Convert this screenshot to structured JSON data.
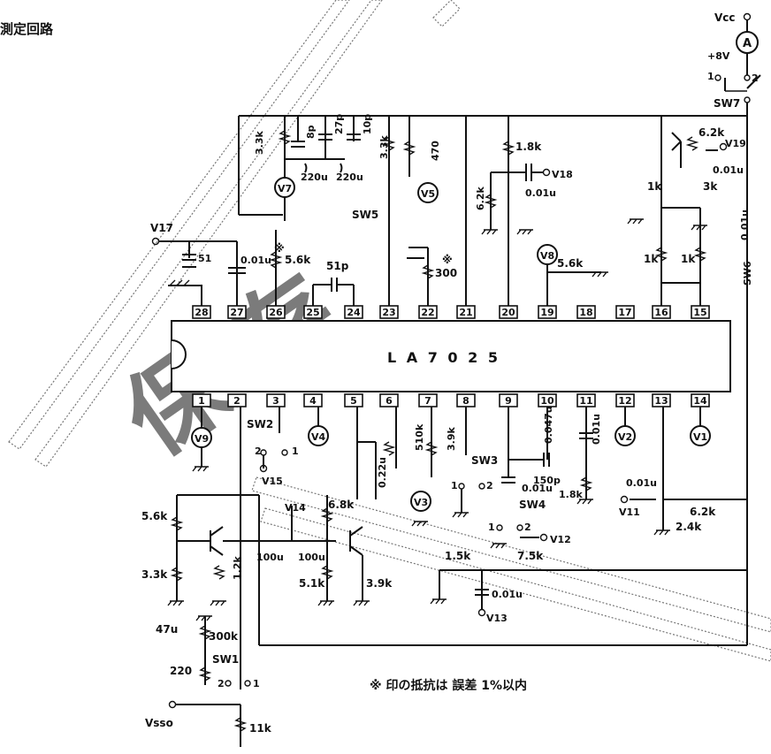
{
  "title": "測定回路",
  "ic": {
    "name": "L A 7 0 2 5",
    "top_pins": [
      "28",
      "27",
      "26",
      "25",
      "24",
      "23",
      "22",
      "21",
      "20",
      "19",
      "18",
      "17",
      "16",
      "15"
    ],
    "bottom_pins": [
      "1",
      "2",
      "3",
      "4",
      "5",
      "6",
      "7",
      "8",
      "9",
      "10",
      "11",
      "12",
      "13",
      "14"
    ]
  },
  "meters": [
    "V7",
    "V5",
    "V8",
    "V9",
    "V4",
    "V3",
    "V2",
    "V1"
  ],
  "supply": {
    "vcc": "Vcc",
    "v8": "+8V",
    "meter": "A",
    "sw7_1": "1",
    "sw7_2": "2",
    "sw7": "SW7"
  },
  "labels": {
    "v17": "V17",
    "v18": "V18",
    "v19": "V19",
    "v15": "V15",
    "v14": "V14",
    "v13": "V13",
    "v12": "V12",
    "v11": "V11",
    "vsso": "Vsso",
    "sw1": "SW1",
    "sw2": "SW2",
    "sw3": "SW3",
    "sw4": "SW4",
    "sw5": "SW5",
    "sw6": "SW6",
    "r33k_top": "3.3k",
    "c8p": "8p",
    "c27p": "27p",
    "c10p": "10p",
    "r33k_b": "3.3k",
    "r470": "470",
    "r18k": "1.8k",
    "r62k": "6.2k",
    "r62k_b": "6.2k",
    "r1k_a": "1k",
    "r1k_b": "1k",
    "r1k_c": "1k",
    "r3k": "3k",
    "c001_19": "0.01u",
    "c001_18": "0.01u",
    "c001_15": "0.01u",
    "c220u_a": "220u",
    "c220u_b": "220u",
    "r56k_26": "5.6k",
    "c51p": "51p",
    "c51": "51",
    "c001_27": "0.01u",
    "r300": "300",
    "r56k_19": "5.6k",
    "mark": "※",
    "c022": "0.22u",
    "r510k": "510k",
    "r39k": "3.9k",
    "c0047": "0.047u",
    "c0014": "0.01u",
    "c150p": "150p",
    "r18k_b": "1.8k",
    "c001_sw4": "0.01u",
    "c001_13": "0.01u",
    "r62k_c": "6.2k",
    "r24k": "2.4k",
    "r15k": "1.5k",
    "r75k": "7.5k",
    "c001_v13": "0.01u",
    "r56k_l": "5.6k",
    "r33k_l": "3.3k",
    "r12k": "1.2k",
    "c100u_a": "100u",
    "c100u_b": "100u",
    "r68k": "6.8k",
    "r51k": "5.1k",
    "r39k_b": "3.9k",
    "c47u": "47u",
    "r300k": "300k",
    "r220": "220",
    "r11k": "11k",
    "sw_1": "1",
    "sw_2": "2"
  },
  "note": "※ 印の抵抗は 誤差 1%以内",
  "stamp": "保 存"
}
